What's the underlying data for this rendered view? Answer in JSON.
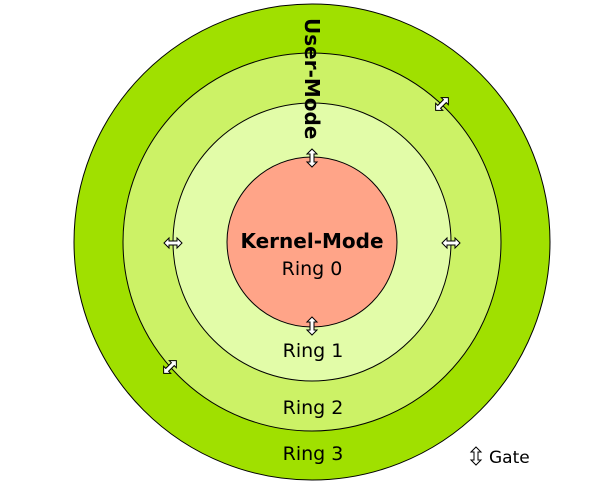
{
  "colors": {
    "ring3": "#a0e000",
    "ring2": "#ccf266",
    "ring1": "#e2fca8",
    "ring0": "#ffa488",
    "stroke": "#000000"
  },
  "labels": {
    "kernel_mode": "Kernel-Mode",
    "user_mode": "User-Mode",
    "ring0": "Ring 0",
    "ring1": "Ring 1",
    "ring2": "Ring 2",
    "ring3": "Ring 3"
  },
  "legend": {
    "gate_label": "Gate",
    "gate_icon": "up-down-double-arrow-icon"
  }
}
